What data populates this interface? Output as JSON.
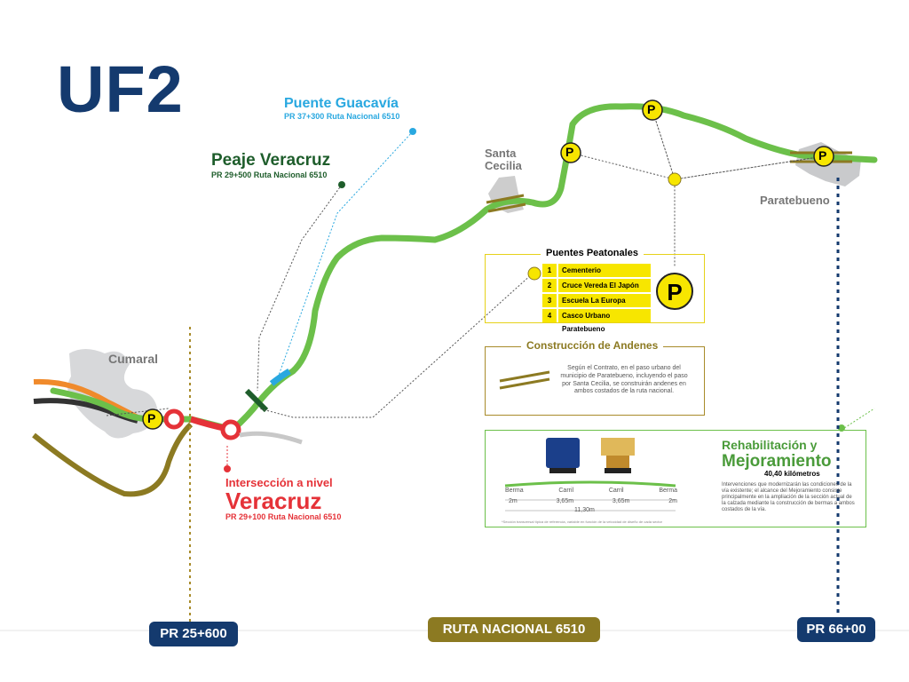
{
  "title": "UF2",
  "colors": {
    "navy": "#143a6e",
    "green": "#6cc04a",
    "gold": "#8c7a22",
    "red": "#e53238",
    "blue": "#29a8e0",
    "dark_green": "#1e5d2b",
    "yellow": "#f7e600"
  },
  "towns": {
    "cumaral": "Cumaral",
    "santa_cecilia": "Santa Cecilia",
    "paratebueno": "Paratebueno"
  },
  "puente_guacavia": {
    "title": "Puente Guacavía",
    "subtitle": "PR 37+300 Ruta Nacional 6510"
  },
  "peaje": {
    "title": "Peaje Veracruz",
    "subtitle": "PR 29+500 Ruta Nacional 6510"
  },
  "interseccion": {
    "line1": "Intersección a nivel",
    "line2": "Veracruz",
    "subtitle": "PR 29+100 Ruta Nacional 6510"
  },
  "puentes_peatonales": {
    "title": "Puentes Peatonales",
    "icon": "P",
    "items": [
      {
        "num": "1",
        "label": "Cementerio"
      },
      {
        "num": "2",
        "label": "Cruce Vereda El Japón"
      },
      {
        "num": "3",
        "label": "Escuela La Europa"
      },
      {
        "num": "4",
        "label": "Casco Urbano Paratebueno"
      }
    ]
  },
  "andenes": {
    "title": "Construcción de Andenes",
    "text": "Según el Contrato, en el paso urbano del municipio de Paratebueno, incluyendo el paso por Santa Cecilia, se construirán andenes en ambos costados de la ruta nacional."
  },
  "rehabilitacion": {
    "title1": "Rehabilitación y",
    "title2": "Mejoramiento",
    "km": "40,40 kilómetros",
    "text": "Intervenciones que modernizarán las condiciones de la vía existente; el alcance del Mejoramiento consiste principalmente en la ampliación de la sección actual de la calzada mediante la construcción de bermas a ambos costados de la vía.",
    "section": {
      "labels": [
        "Berma",
        "Carril",
        "Carril",
        "Berma"
      ],
      "widths": [
        "2m",
        "3,65m",
        "3,65m",
        "2m"
      ],
      "total": "11,30m",
      "note": "*Sección transversal típica de referencia, variable en función de la velocidad de diseño de cada sector"
    }
  },
  "markers": {
    "start": "PR 25+600",
    "route": "RUTA NACIONAL 6510",
    "end": "PR 66+00"
  },
  "parking_symbol": "P"
}
